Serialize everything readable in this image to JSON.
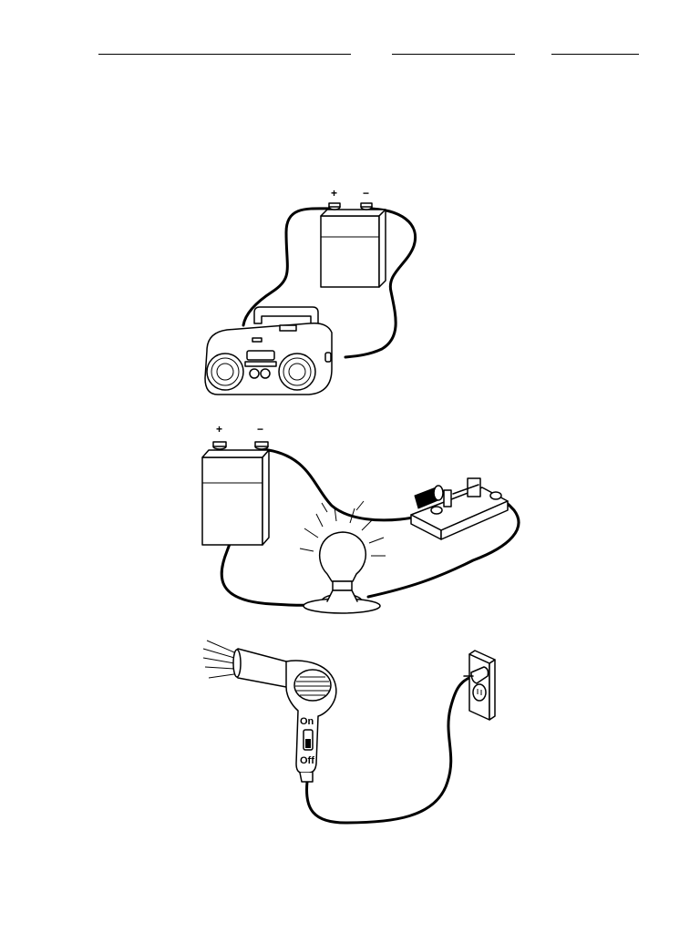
{
  "worksheet": {
    "blank_lines": [
      "name-line",
      "class-line",
      "date-line"
    ]
  },
  "circuit_radio": {
    "battery": {
      "positive_label": "+",
      "negative_label": "−"
    },
    "icons": [
      "battery-icon",
      "boombox-icon",
      "wire-icon"
    ]
  },
  "circuit_bulb": {
    "battery": {
      "positive_label": "+",
      "negative_label": "−"
    },
    "icons": [
      "battery-icon",
      "light-bulb-icon",
      "knife-switch-icon",
      "wire-icon"
    ]
  },
  "circuit_dryer": {
    "switch_on_label": "On",
    "switch_off_label": "Off",
    "icons": [
      "hair-dryer-icon",
      "wall-outlet-icon",
      "plug-icon",
      "cord-icon"
    ]
  }
}
